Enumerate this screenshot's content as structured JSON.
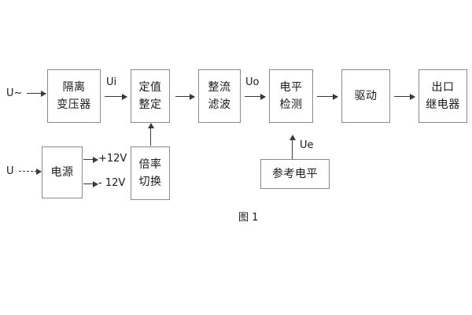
{
  "figure": {
    "caption": "图 1",
    "boxes": {
      "isolation_transformer": {
        "line1": "隔离",
        "line2": "变压器"
      },
      "setting_value": {
        "line1": "定值",
        "line2": "整定"
      },
      "rectifier_filter": {
        "line1": "整流",
        "line2": "滤波"
      },
      "level_detection": {
        "line1": "电平",
        "line2": "检测"
      },
      "drive": {
        "line1": "驱动"
      },
      "output_relay": {
        "line1": "出口",
        "line2": "继电器"
      },
      "power_supply": {
        "line1": "电源"
      },
      "multiplier_switch": {
        "line1": "倍率",
        "line2": "切换"
      },
      "reference_level": {
        "line1": "参考电平"
      }
    },
    "labels": {
      "input_ac": "U~",
      "input_dc": "U",
      "ui": "Ui",
      "uo": "Uo",
      "ue": "Ue",
      "plus12v": "+12V",
      "minus12v": "- 12V"
    },
    "colors": {
      "box_border": "#8a8a8a",
      "arrow": "#3a3a3a",
      "text": "#1a1a1a",
      "background": "#ffffff"
    }
  }
}
